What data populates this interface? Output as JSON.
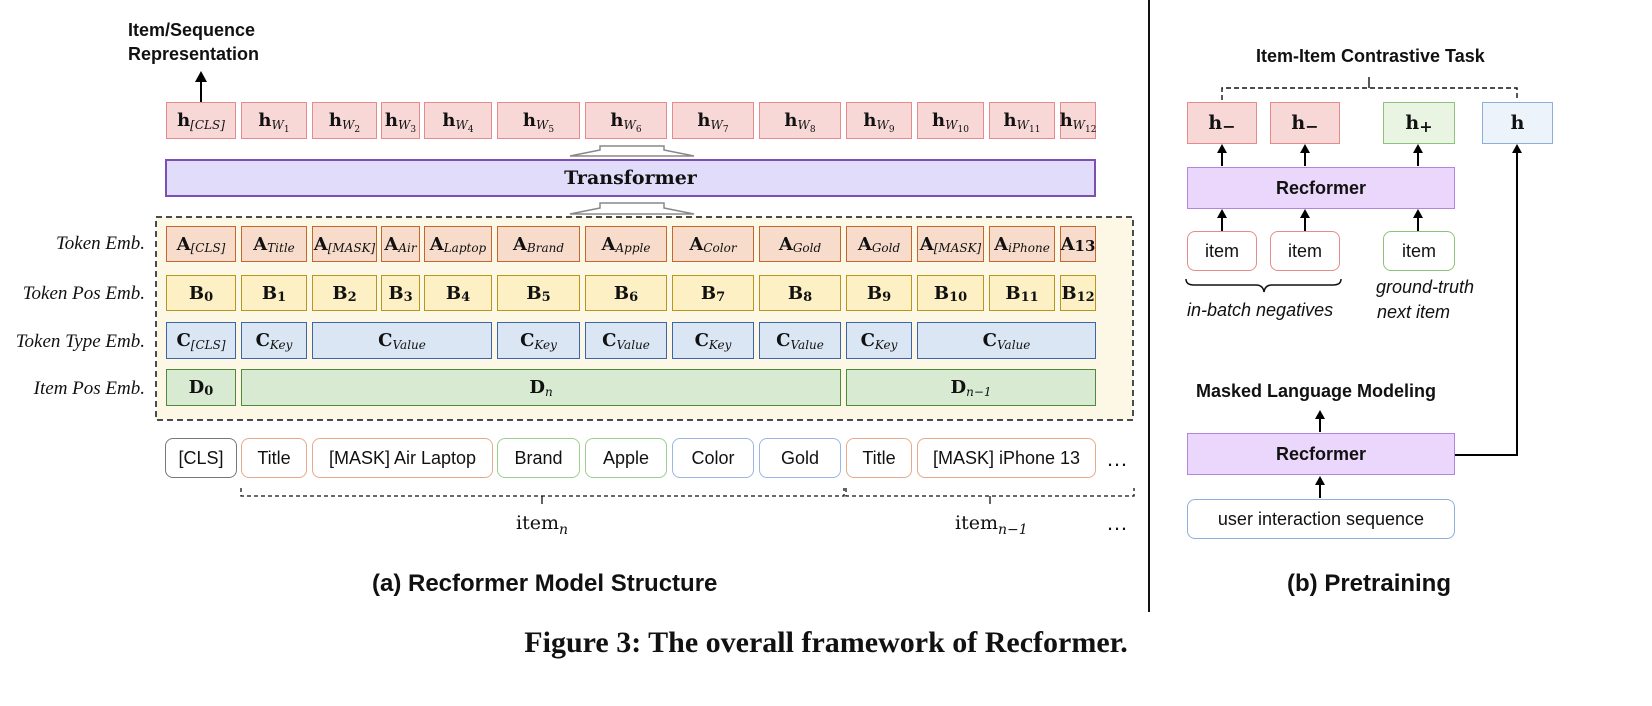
{
  "left": {
    "output_label_line1": "Item/Sequence",
    "output_label_line2": "Representation",
    "transformer_label": "Transformer",
    "h_row": [
      "[CLS]",
      "W1",
      "W2",
      "W3",
      "W4",
      "W5",
      "W6",
      "W7",
      "W8",
      "W9",
      "W10",
      "W11",
      "W12"
    ],
    "row_labels": {
      "token_emb": "Token Emb.",
      "token_pos_emb": "Token Pos Emb.",
      "token_type_emb": "Token Type Emb.",
      "item_pos_emb": "Item Pos Emb."
    },
    "a_row": [
      "[CLS]",
      "Title",
      "[MASK]",
      "Air",
      "Laptop",
      "Brand",
      "Apple",
      "Color",
      "Gold",
      "Gold",
      "[MASK]",
      "iPhone",
      "13"
    ],
    "b_row": [
      "0",
      "1",
      "2",
      "3",
      "4",
      "5",
      "6",
      "7",
      "8",
      "9",
      "10",
      "11",
      "12"
    ],
    "c_row": [
      "[CLS]",
      "Key",
      "Value",
      "Key",
      "Value",
      "Key",
      "Value",
      "Key",
      "Value"
    ],
    "d_row": [
      "0",
      "n",
      "n−1"
    ],
    "inputs": [
      "[CLS]",
      "Title",
      "[MASK] Air Laptop",
      "Brand",
      "Apple",
      "Color",
      "Gold",
      "Title",
      "[MASK] iPhone 13"
    ],
    "ellipsis": "…",
    "item_n": "item",
    "item_n_sub": "n",
    "item_n1": "item",
    "item_n1_sub": "n−1",
    "caption": "(a) Recformer Model Structure"
  },
  "right": {
    "contrastive_title": "Item-Item Contrastive Task",
    "h_labels": [
      "h",
      "h",
      "h",
      "h"
    ],
    "h_subs": [
      "−",
      "−",
      "+",
      ""
    ],
    "recformer_top": "Recformer",
    "item_labels": [
      "item",
      "item",
      "item"
    ],
    "negatives_label": "in-batch negatives",
    "ground_truth_line1": "ground-truth",
    "ground_truth_line2": "next item",
    "mlm_title": "Masked Language Modeling",
    "recformer_bottom": "Recformer",
    "sequence_label": "user interaction sequence",
    "caption": "(b) Pretraining"
  },
  "figure_caption": "Figure 3: The overall framework of Recformer."
}
